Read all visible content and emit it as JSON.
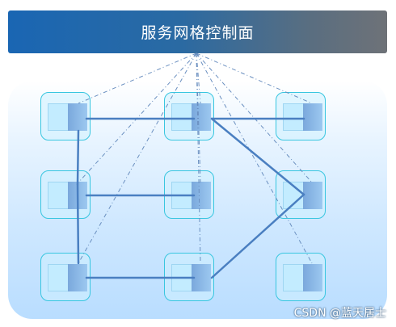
{
  "title": "服务网格控制面",
  "watermark": "CSDN @蓝天居士",
  "colors": {
    "banner_start": "#1a66b3",
    "banner_end": "#6e7278",
    "mesh_line": "#4a7fc1",
    "control_dash": "#6a8fc0",
    "node_border": "#38c6e0"
  },
  "nodes": [
    {
      "id": "n11"
    },
    {
      "id": "n12"
    },
    {
      "id": "n13"
    },
    {
      "id": "n21"
    },
    {
      "id": "n22"
    },
    {
      "id": "n23"
    },
    {
      "id": "n31"
    },
    {
      "id": "n32"
    },
    {
      "id": "n33"
    }
  ]
}
